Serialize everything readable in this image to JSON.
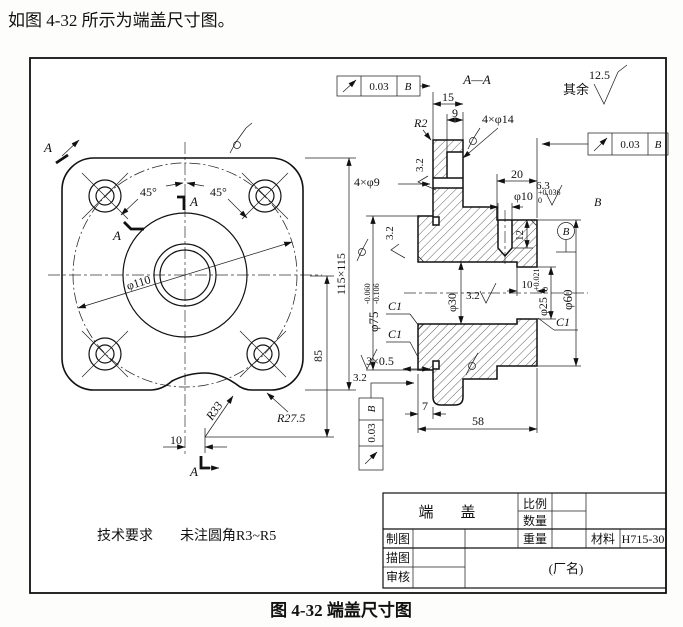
{
  "page": {
    "intro": "如图 4-32 所示为端盖尺寸图。",
    "caption": "图 4-32  端盖尺寸图"
  },
  "front": {
    "cut_label": "A",
    "angle_left": "45°",
    "angle_right": "45°",
    "bolt_circle_dia": "φ110",
    "square_dim": "115×115",
    "height_dim": "85",
    "notch_radius": "R33",
    "fillet_radius": "R27.5",
    "offset_dim": "10"
  },
  "section": {
    "title": "A—A",
    "rest_label": "其余",
    "rest_value": "12.5",
    "tol_value": "0.03",
    "tol_datum": "B",
    "dim15": "15",
    "dim9": "9",
    "r2": "R2",
    "cbore_holes": "4×φ14",
    "thru_holes": "4×φ9",
    "ra32": "3.2",
    "ra63": "6.3",
    "dim20": "20",
    "pin_dia": "φ10",
    "pin_up": "+0.036",
    "pin_low": "0",
    "dim12": "12",
    "datum_b": "B",
    "spigot_dia": "φ75",
    "spigot_up": "-0.060",
    "spigot_low": "-0.106",
    "bore30": "φ30",
    "bore25": "φ25",
    "bore25_up": "+0.021",
    "bore25_low": "0",
    "hub60": "φ60",
    "dim10": "10",
    "chamfer": "C1",
    "groove": "3×0.5",
    "dim7": "7",
    "dim58": "58"
  },
  "tech": {
    "label": "技术要求",
    "note": "未注圆角R3~R5"
  },
  "titleblock": {
    "part_name": "端　盖",
    "scale": "比例",
    "quantity": "数量",
    "weight": "重量",
    "material_label": "材料",
    "material": "H715-30",
    "drawn": "制图",
    "traced": "描图",
    "checked": "审核",
    "company": "(厂名)"
  }
}
